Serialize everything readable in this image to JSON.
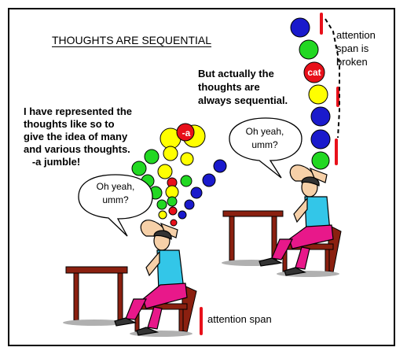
{
  "title": "THOUGHTS ARE SEQUENTIAL",
  "left_caption": "I have represented the\nthoughts like so to\ngive the idea of many\nand various thoughts.\n   -a jumble!",
  "right_caption": "But actually the\nthoughts are\nalways sequential.",
  "broken_label": "attention\nspan is\nbroken",
  "legend_label": "attention span",
  "speech_left": "Oh yeah,\numm?",
  "speech_right": "Oh yeah,\numm?",
  "cat_word": "cat",
  "cat_word_left": "-a",
  "colors": {
    "red": "#e8101a",
    "yellow": "#ffff00",
    "green": "#22d822",
    "blue": "#1a1acc",
    "skin": "#f6d0a8",
    "shirt": "#33c6e8",
    "pants": "#e8188a",
    "chair": "#8b2010",
    "shadow": "#b0b0b0"
  }
}
